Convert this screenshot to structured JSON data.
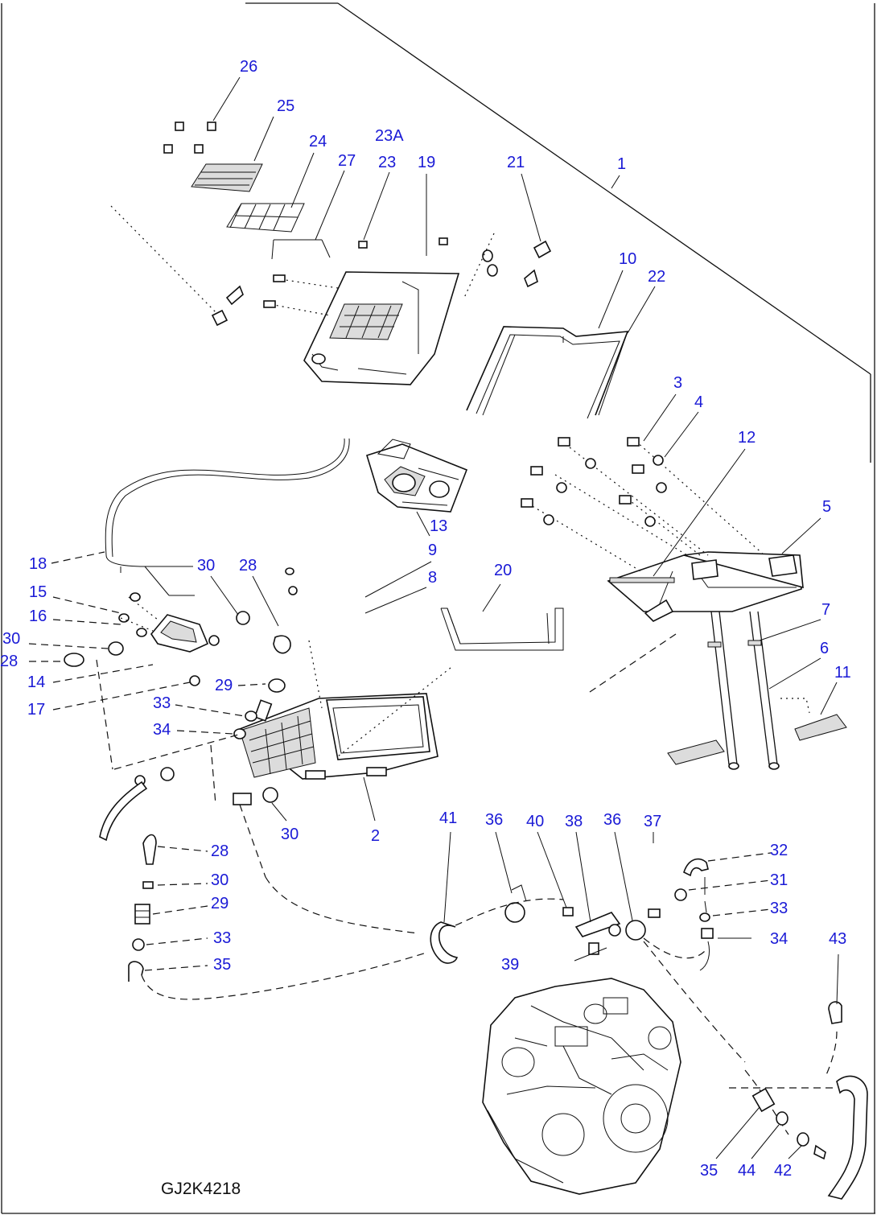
{
  "drawing_code": "GJ2K4218",
  "callouts": [
    {
      "id": "c1",
      "text": "1"
    },
    {
      "id": "c2",
      "text": "2"
    },
    {
      "id": "c3",
      "text": "3"
    },
    {
      "id": "c4",
      "text": "4"
    },
    {
      "id": "c5",
      "text": "5"
    },
    {
      "id": "c6",
      "text": "6"
    },
    {
      "id": "c7",
      "text": "7"
    },
    {
      "id": "c8",
      "text": "8"
    },
    {
      "id": "c9",
      "text": "9"
    },
    {
      "id": "c10",
      "text": "10"
    },
    {
      "id": "c11",
      "text": "11"
    },
    {
      "id": "c12",
      "text": "12"
    },
    {
      "id": "c13",
      "text": "13"
    },
    {
      "id": "c14",
      "text": "14"
    },
    {
      "id": "c15",
      "text": "15"
    },
    {
      "id": "c16",
      "text": "16"
    },
    {
      "id": "c17",
      "text": "17"
    },
    {
      "id": "c18",
      "text": "18"
    },
    {
      "id": "c19",
      "text": "19"
    },
    {
      "id": "c20",
      "text": "20"
    },
    {
      "id": "c21",
      "text": "21"
    },
    {
      "id": "c22",
      "text": "22"
    },
    {
      "id": "c23",
      "text": "23"
    },
    {
      "id": "c23a",
      "text": "23A"
    },
    {
      "id": "c24",
      "text": "24"
    },
    {
      "id": "c25",
      "text": "25"
    },
    {
      "id": "c26",
      "text": "26"
    },
    {
      "id": "c27",
      "text": "27"
    },
    {
      "id": "c28a",
      "text": "28"
    },
    {
      "id": "c28b",
      "text": "28"
    },
    {
      "id": "c28c",
      "text": "28"
    },
    {
      "id": "c29a",
      "text": "29"
    },
    {
      "id": "c29b",
      "text": "29"
    },
    {
      "id": "c30a",
      "text": "30"
    },
    {
      "id": "c30b",
      "text": "30"
    },
    {
      "id": "c30c",
      "text": "30"
    },
    {
      "id": "c30d",
      "text": "30"
    },
    {
      "id": "c31",
      "text": "31"
    },
    {
      "id": "c32",
      "text": "32"
    },
    {
      "id": "c33a",
      "text": "33"
    },
    {
      "id": "c33b",
      "text": "33"
    },
    {
      "id": "c33c",
      "text": "33"
    },
    {
      "id": "c34a",
      "text": "34"
    },
    {
      "id": "c34b",
      "text": "34"
    },
    {
      "id": "c35a",
      "text": "35"
    },
    {
      "id": "c35b",
      "text": "35"
    },
    {
      "id": "c36a",
      "text": "36"
    },
    {
      "id": "c36b",
      "text": "36"
    },
    {
      "id": "c37",
      "text": "37"
    },
    {
      "id": "c38",
      "text": "38"
    },
    {
      "id": "c39",
      "text": "39"
    },
    {
      "id": "c40",
      "text": "40"
    },
    {
      "id": "c41",
      "text": "41"
    },
    {
      "id": "c42",
      "text": "42"
    },
    {
      "id": "c43",
      "text": "43"
    },
    {
      "id": "c44",
      "text": "44"
    }
  ]
}
